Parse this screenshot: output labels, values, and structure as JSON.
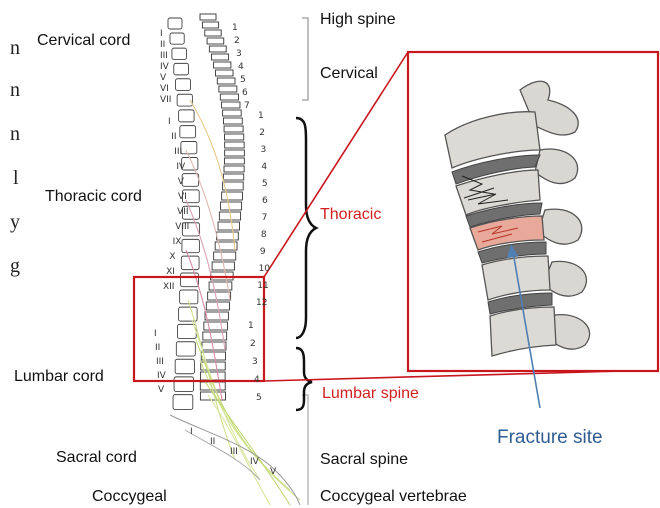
{
  "labels": {
    "cervical_cord": "Cervical cord",
    "thoracic_cord": "Thoracic cord",
    "lumbar_cord": "Lumbar cord",
    "sacral_cord": "Sacral cord",
    "coccygeal": "Coccygeal",
    "high_spine": "High spine",
    "cervical": "Cervical",
    "thoracic": "Thoracic",
    "lumbar_spine": "Lumbar spine",
    "sacral_spine": "Sacral spine",
    "coccygeal_vertebrae": "Coccygeal vertebrae",
    "fracture_site": "Fracture site"
  },
  "cut_text_letters": [
    "n",
    "n",
    "n",
    "l",
    "y",
    "g"
  ],
  "vertebra_numbers": {
    "cervical": [
      "1",
      "2",
      "3",
      "4",
      "5",
      "6",
      "7"
    ],
    "thoracic": [
      "1",
      "2",
      "3",
      "4",
      "5",
      "6",
      "7",
      "8",
      "9",
      "10",
      "11",
      "12"
    ],
    "lumbar": [
      "1",
      "2",
      "3",
      "4",
      "5"
    ]
  },
  "nerve_roman": {
    "cervical": [
      "I",
      "II",
      "III",
      "IV",
      "V",
      "VI",
      "VII"
    ],
    "thoracic": [
      "I",
      "II",
      "III",
      "IV",
      "V",
      "VI",
      "VII",
      "VIII",
      "IX",
      "X",
      "XI",
      "XII"
    ],
    "lumbar": [
      "I",
      "II",
      "III",
      "IV",
      "V"
    ],
    "sacral": [
      "I",
      "II",
      "III",
      "IV",
      "V"
    ]
  },
  "colors": {
    "highlight_red": "#c8161d",
    "label_red": "#d21f1f",
    "arrow_blue": "#4f7fb3",
    "fracture_text_blue": "#2f5d91",
    "bone": "#d6d4cf",
    "disc": "#6f6f6f",
    "fracture_tint": "#e8a99a"
  }
}
